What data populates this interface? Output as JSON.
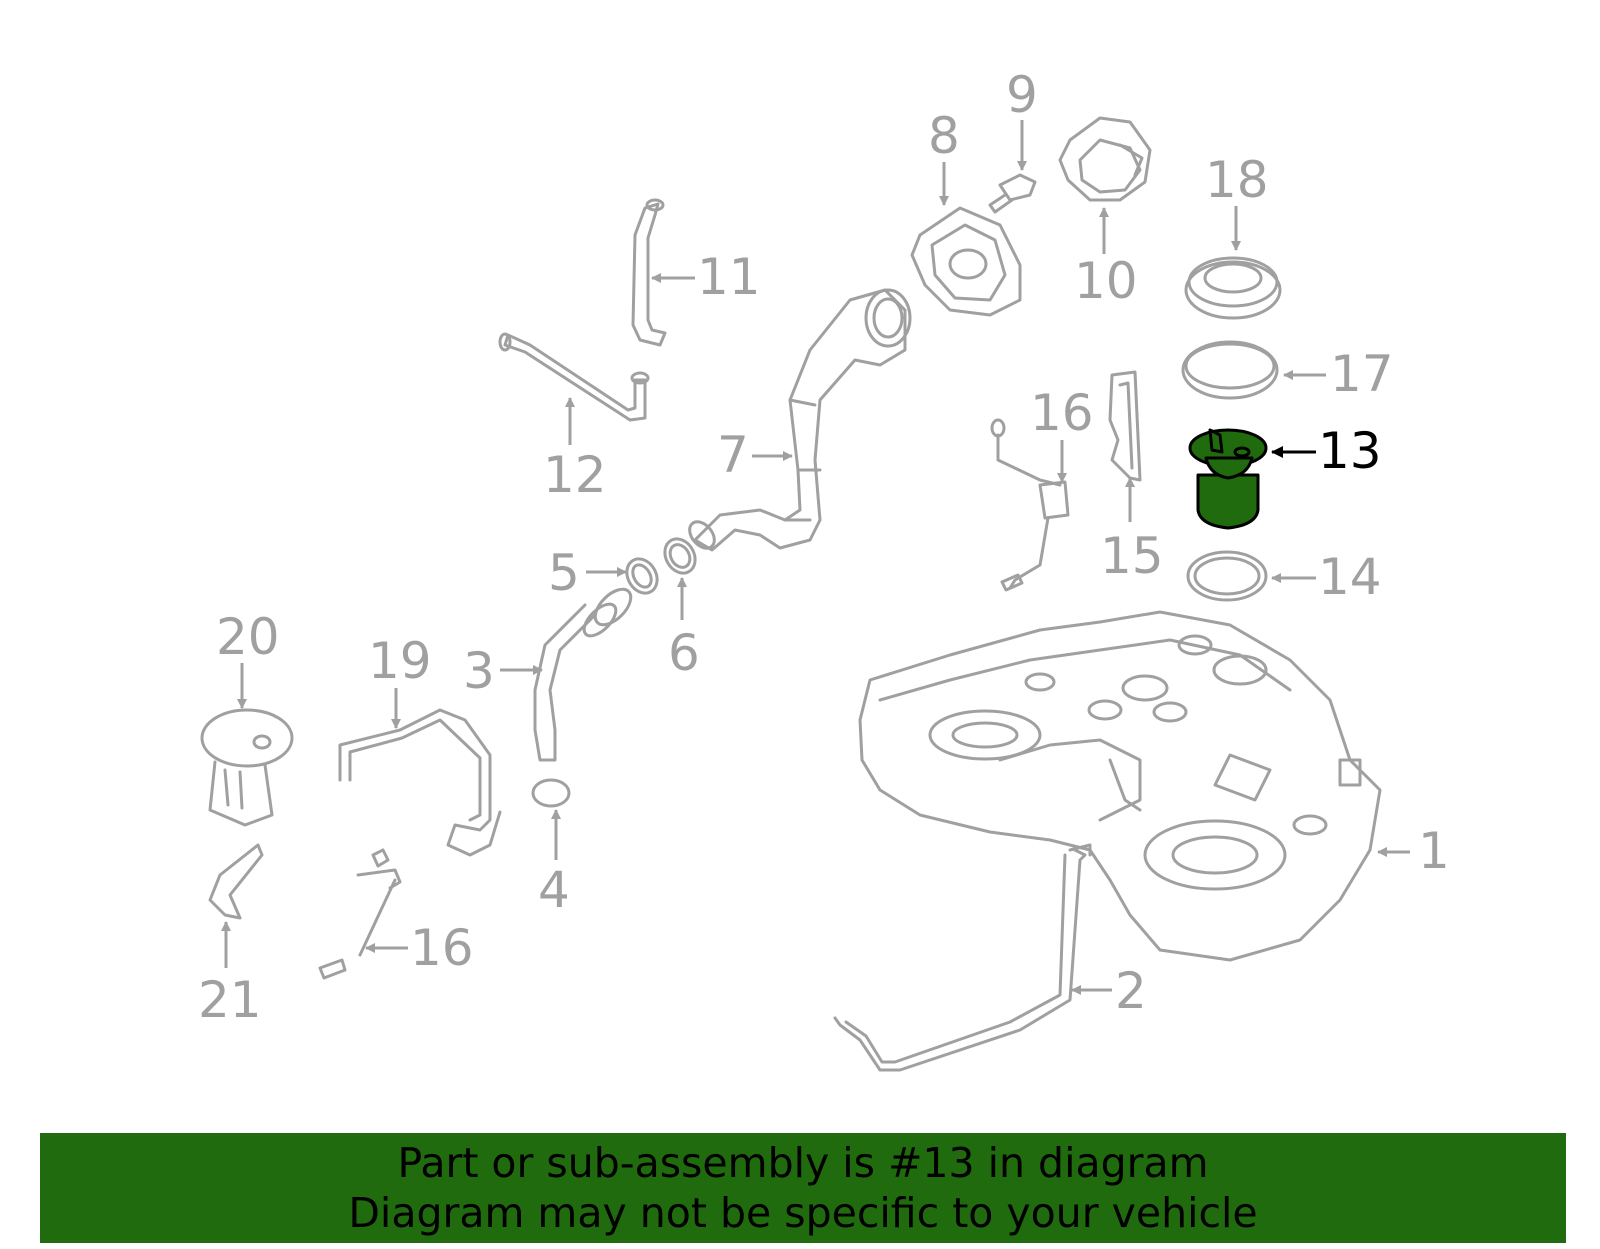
{
  "diagram": {
    "highlighted_part": "13",
    "highlight_color": "#1f6b0d",
    "line_color": "#a0a0a0",
    "callouts": {
      "c1": "1",
      "c2": "2",
      "c3": "3",
      "c4": "4",
      "c5": "5",
      "c6": "6",
      "c7": "7",
      "c8": "8",
      "c9": "9",
      "c10": "10",
      "c11": "11",
      "c12": "12",
      "c13": "13",
      "c14": "14",
      "c15": "15",
      "c16a": "16",
      "c16b": "16",
      "c17": "17",
      "c18": "18",
      "c19": "19",
      "c20": "20",
      "c21": "21"
    }
  },
  "banner": {
    "line1": "Part or sub-assembly is #13 in diagram",
    "line2": "Diagram may not be specific to your vehicle",
    "background": "#1f6b0d"
  }
}
